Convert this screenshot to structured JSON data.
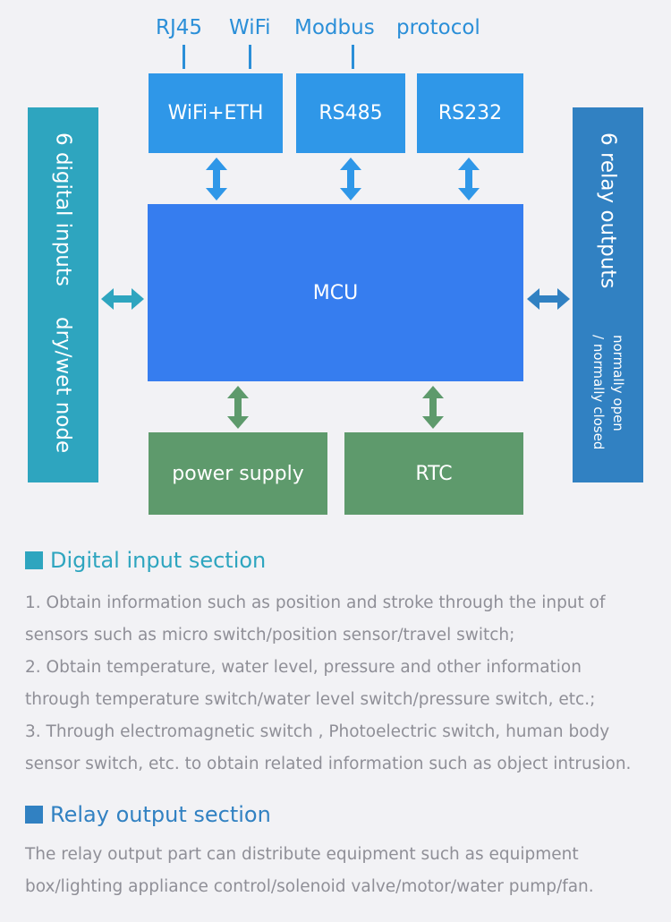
{
  "protocols": {
    "rj45": "RJ45",
    "wifi": "WiFi",
    "modbus": "Modbus",
    "protocol": "protocol"
  },
  "blocks": {
    "wifi_eth": "WiFi+ETH",
    "rs485": "RS485",
    "rs232": "RS232",
    "mcu": "MCU",
    "power": "power supply",
    "rtc": "RTC"
  },
  "left_panel": {
    "line1": "6 digital inputs",
    "line2": "dry/wet node"
  },
  "right_panel": {
    "line1": "6 relay outputs",
    "line2": "normally open",
    "line3": "/ normally closed"
  },
  "digital_section": {
    "title": "Digital input section",
    "lines": [
      "1. Obtain information such as position and stroke through the input of",
      "sensors such as micro switch/position sensor/travel switch;",
      "2. Obtain temperature, water level, pressure and other information",
      "through temperature switch/water level switch/pressure switch, etc.;",
      "3. Through electromagnetic switch , Photoelectric switch, human body",
      "sensor switch, etc. to obtain related information such as object intrusion."
    ]
  },
  "relay_section": {
    "title": "Relay output section",
    "lines": [
      "The relay output part can distribute equipment such as equipment",
      "box/lighting appliance control/solenoid valve/motor/water pump/fan."
    ]
  },
  "colors": {
    "blue_block": "#2f97e8",
    "mcu": "#367def",
    "teal": "#2ea5bf",
    "relay": "#3181c2",
    "green": "#5e9a6c",
    "text_gray": "#8f8f97"
  }
}
